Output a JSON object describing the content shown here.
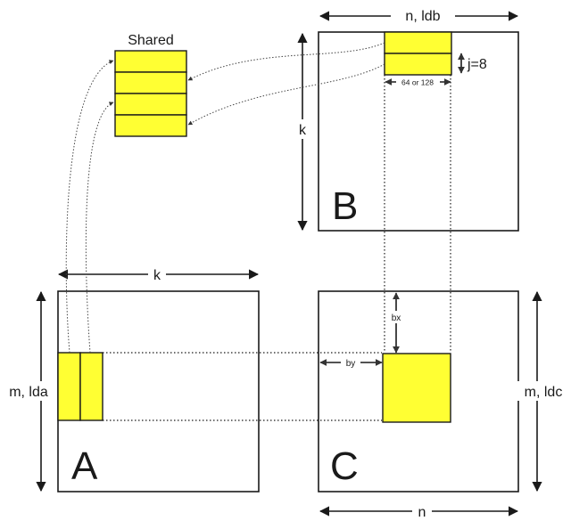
{
  "shared": {
    "label": "Shared"
  },
  "matrix_a": {
    "label": "A",
    "top_dim": "k",
    "side_dim": "m, lda"
  },
  "matrix_b": {
    "label": "B",
    "top_dim": "n, ldb",
    "side_dim": "k",
    "tile_height_label": "j=8",
    "tile_width_label": "64 or 128"
  },
  "matrix_c": {
    "label": "C",
    "bottom_dim": "n",
    "side_dim": "m, ldc",
    "offset_x_label": "bx",
    "offset_y_label": "by"
  },
  "colors": {
    "tile": "#ffff33",
    "stroke": "#1a1a1a"
  }
}
